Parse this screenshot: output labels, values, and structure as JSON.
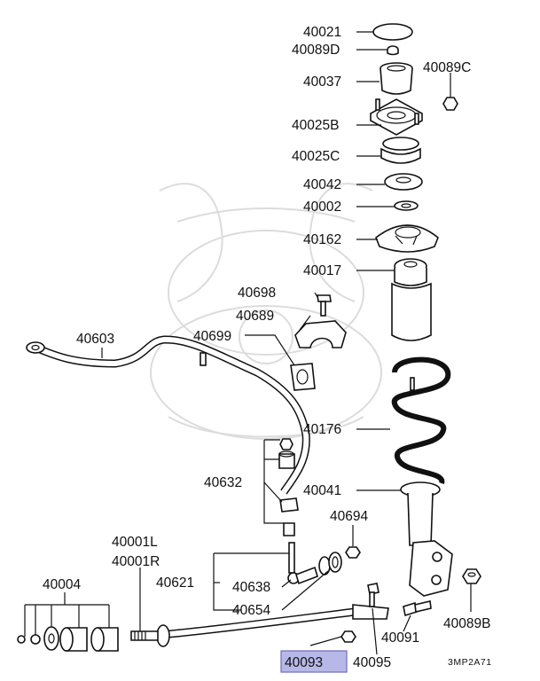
{
  "labels": {
    "p40021": "40021",
    "p40089D": "40089D",
    "p40089C": "40089C",
    "p40037": "40037",
    "p40025B": "40025B",
    "p40025C": "40025C",
    "p40042": "40042",
    "p40002": "40002",
    "p40162": "40162",
    "p40017": "40017",
    "p40698": "40698",
    "p40689": "40689",
    "p40603": "40603",
    "p40699": "40699",
    "p40176": "40176",
    "p40632": "40632",
    "p40041": "40041",
    "p40694": "40694",
    "p40001L": "40001L",
    "p40001R": "40001R",
    "p40004": "40004",
    "p40621": "40621",
    "p40638": "40638",
    "p40654": "40654",
    "p40089B": "40089B",
    "p40091": "40091",
    "p40093": "40093",
    "p40095": "40095"
  },
  "diagram_code": "3MP2A71",
  "highlight_color": "#b8b8e8"
}
